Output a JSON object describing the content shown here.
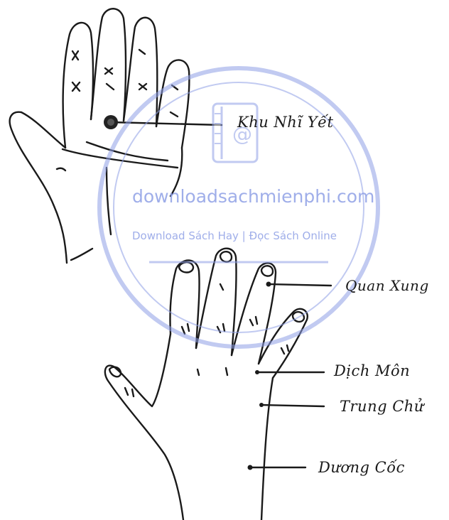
{
  "palm_diagram": {
    "label_ear_point": "Khu Nhĩ Yết"
  },
  "back_hand_diagram": {
    "labels": [
      "Quan Xung",
      "Dịch Môn",
      "Trung Chử",
      "Dương Cốc"
    ]
  },
  "watermark": {
    "site": "downloadsachmienphi.com",
    "tagline": "Download Sách Hay | Đọc Sách Online",
    "icon": "ebook-at-icon",
    "color": "#8fa0e6"
  },
  "colors": {
    "ink": "#1a1a1a",
    "point_marker": "#222222"
  }
}
